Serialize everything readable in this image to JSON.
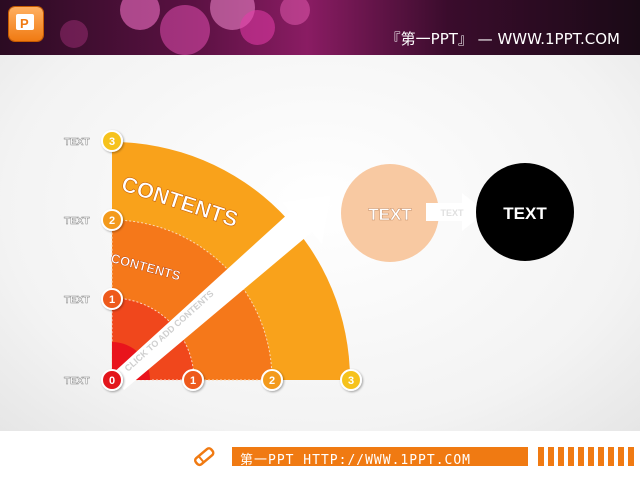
{
  "header": {
    "title": "『第一PPT』 — WWW.1PPT.COM"
  },
  "diagram": {
    "left_labels": [
      "TEXT",
      "TEXT",
      "TEXT",
      "TEXT"
    ],
    "y_badges": [
      "3",
      "2",
      "1",
      "0"
    ],
    "x_badges": [
      "1",
      "2",
      "3"
    ],
    "big_title": "CONTENTS",
    "small_title": "CONTENTS",
    "arrow_text": "CLICK TO ADD CONTENTS",
    "circle1_text": "TEXT",
    "small_arrow_text": "TEXT",
    "circle2_text": "TEXT",
    "colors": {
      "ring3": "#f9a21b",
      "ring2": "#f5781a",
      "ring1": "#f0471c",
      "ring0": "#e9141c",
      "circle1": "#f8c9a2",
      "circle2": "#000000"
    }
  },
  "footer": {
    "text": "第一PPT HTTP://WWW.1PPT.COM"
  }
}
